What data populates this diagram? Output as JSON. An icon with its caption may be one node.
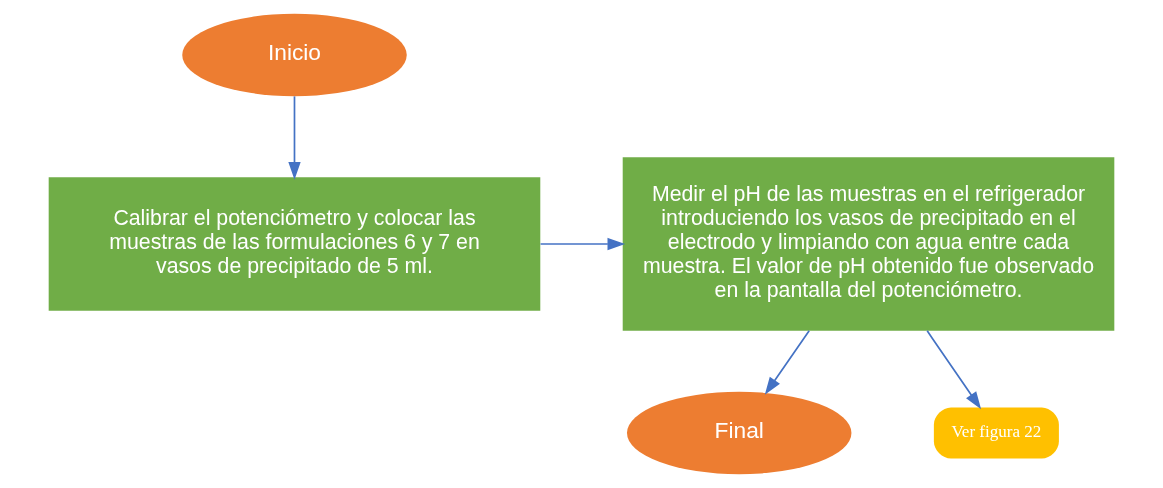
{
  "diagram": {
    "nodes": [
      {
        "text": [
          "Inicio"
        ]
      },
      {
        "text": [
          "Calibrar el potenciómetro y colocar las muestras de las formulaciones 6 y 7 en vasos de precipitado de 5 ml."
        ]
      },
      {
        "text": [
          "Medir el pH de las muestras en el refrigerador introduciendo los vasos de precipitado en el electrodo y limpiando con agua entre cada muestra. El valor de pH obtenido fue observado en la pantalla del potenciómetro."
        ]
      },
      {
        "text": [
          "Final"
        ]
      },
      {
        "text": [
          "Ver figura 22"
        ]
      }
    ],
    "edges": [
      {
        "from": 0,
        "to": 1,
        "arrow": "to"
      },
      {
        "from": 1,
        "to": 2,
        "arrow": "to"
      },
      {
        "from": 2,
        "to": 3,
        "arrow": "to"
      },
      {
        "from": 2,
        "to": 4,
        "arrow": "to"
      }
    ]
  }
}
